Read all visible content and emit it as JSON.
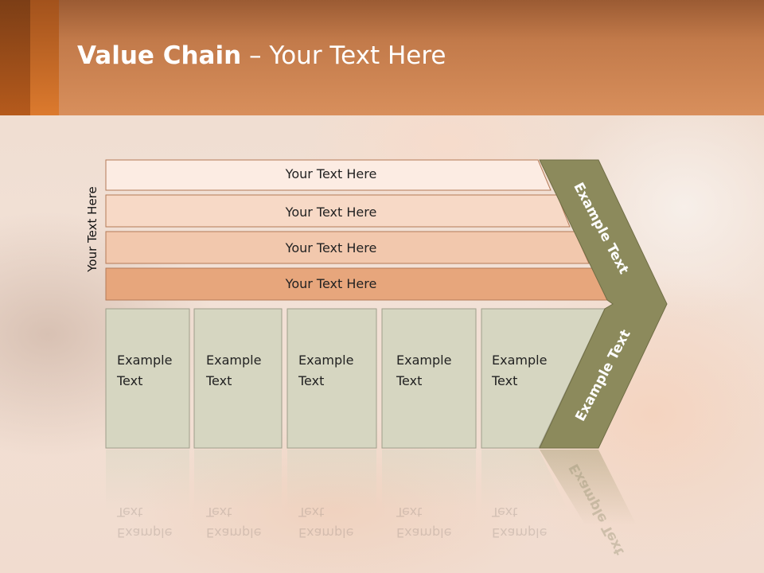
{
  "title": {
    "bold": "Value Chain",
    "rest": " – Your Text Here"
  },
  "vertical_label": "Your Text Here",
  "rows": [
    {
      "label": "Your Text Here"
    },
    {
      "label": "Your Text Here"
    },
    {
      "label": "Your Text Here"
    },
    {
      "label": "Your Text Here"
    }
  ],
  "boxes": [
    {
      "line1": "Example",
      "line2": "Text"
    },
    {
      "line1": "Example",
      "line2": "Text"
    },
    {
      "line1": "Example",
      "line2": "Text"
    },
    {
      "line1": "Example",
      "line2": "Text"
    },
    {
      "line1": "Example",
      "line2": "Text"
    }
  ],
  "chevron": {
    "upper": "Example Text",
    "lower": "Example Text"
  },
  "colors": {
    "header": "#d88f5c",
    "row1": "#fcece3",
    "row2": "#f7d9c6",
    "row3": "#f2c8ad",
    "row4": "#e7a67c",
    "box": "#d6d6c1",
    "chevron": "#8c8a5c"
  }
}
